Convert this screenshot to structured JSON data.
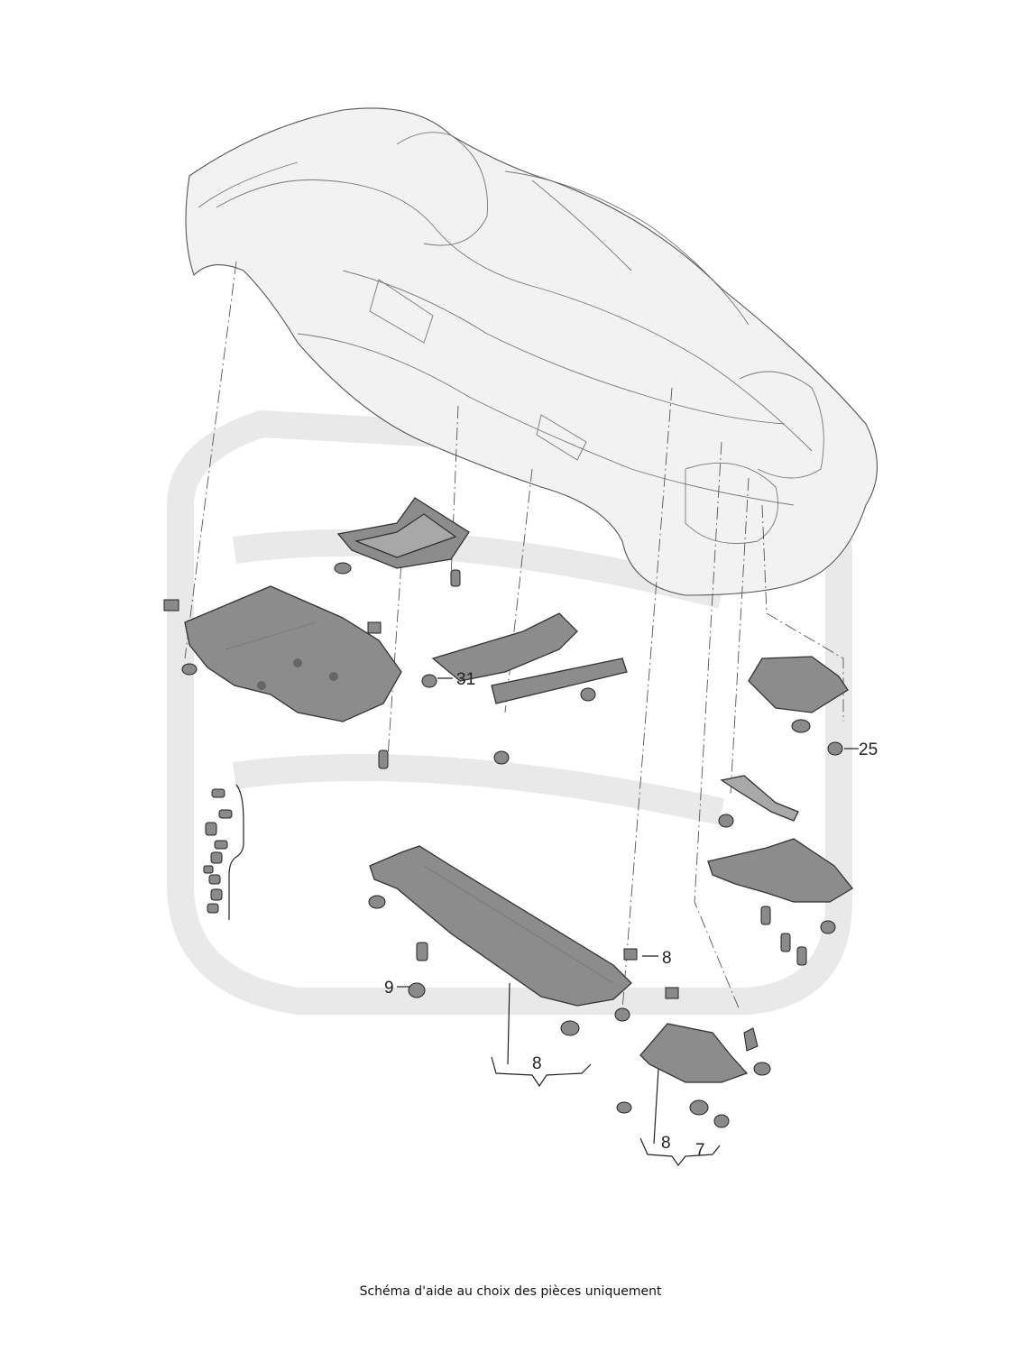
{
  "caption": "Schéma d'aide au choix des pièces uniquement",
  "callouts": {
    "c31": "31",
    "c25": "25",
    "c8a": "8",
    "c9": "9",
    "c8b": "8",
    "c8c": "8",
    "c7": "7"
  },
  "watermark": {
    "icon": "brand-watermark-icon",
    "color": "#e9e9e9"
  },
  "colors": {
    "part_fill": "#8c8c8c",
    "car_fill": "#f2f2f2",
    "line": "#333333"
  }
}
